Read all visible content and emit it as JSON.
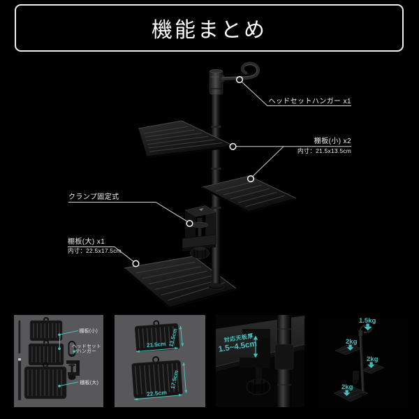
{
  "banner": {
    "title": "機能まとめ"
  },
  "callouts": {
    "headset_hanger": {
      "label": "ヘッドセットハンガー x1"
    },
    "shelf_small": {
      "label": "棚板(小) x2",
      "inner_size": "内寸：21.5x13.5cm"
    },
    "clamp": {
      "label": "クランプ固定式"
    },
    "shelf_large": {
      "label": "棚板(大) x1",
      "inner_size": "内寸：22.5x17.5cm"
    }
  },
  "thumbnails": {
    "parts": {
      "shelf_small_label": "棚板(小)",
      "headset_label_line1": "ヘッドセット",
      "headset_label_line2": "ハンガー",
      "shelf_large_label": "棚板(大)"
    },
    "dimensions": {
      "small_shelf_width": "21.5cm",
      "small_shelf_depth": "13.5cm",
      "large_shelf_width": "22.5cm",
      "large_shelf_depth": "17.5cm"
    },
    "desk_thickness": {
      "label": "対応天板厚",
      "range": "1.5~4.5cm"
    },
    "load_capacity": {
      "hanger": "1.5kg",
      "top_shelf": "2kg",
      "middle_shelf": "2kg",
      "bottom_shelf": "2kg"
    }
  },
  "colors": {
    "accent": "#45c4c2",
    "tile_background": "#58585a",
    "page_background": "#000000",
    "banner_border": "#f0f0f0"
  }
}
